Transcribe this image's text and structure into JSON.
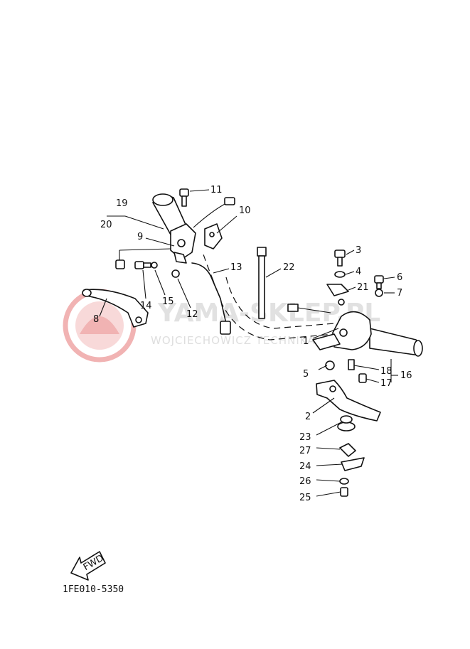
{
  "diagram": {
    "code": "1FE010-5350",
    "fwd_label": "FWD",
    "watermark": {
      "main": "YAMA-SKLEP.PL",
      "sub": "WOJCIECHOWICZ TECHNIKA YAMAHA"
    },
    "callouts": [
      "1",
      "2",
      "3",
      "4",
      "5",
      "6",
      "7",
      "8",
      "9",
      "10",
      "11",
      "12",
      "13",
      "14",
      "15",
      "16",
      "17",
      "18",
      "19",
      "20",
      "21",
      "22",
      "23",
      "24",
      "25",
      "26",
      "27"
    ]
  }
}
